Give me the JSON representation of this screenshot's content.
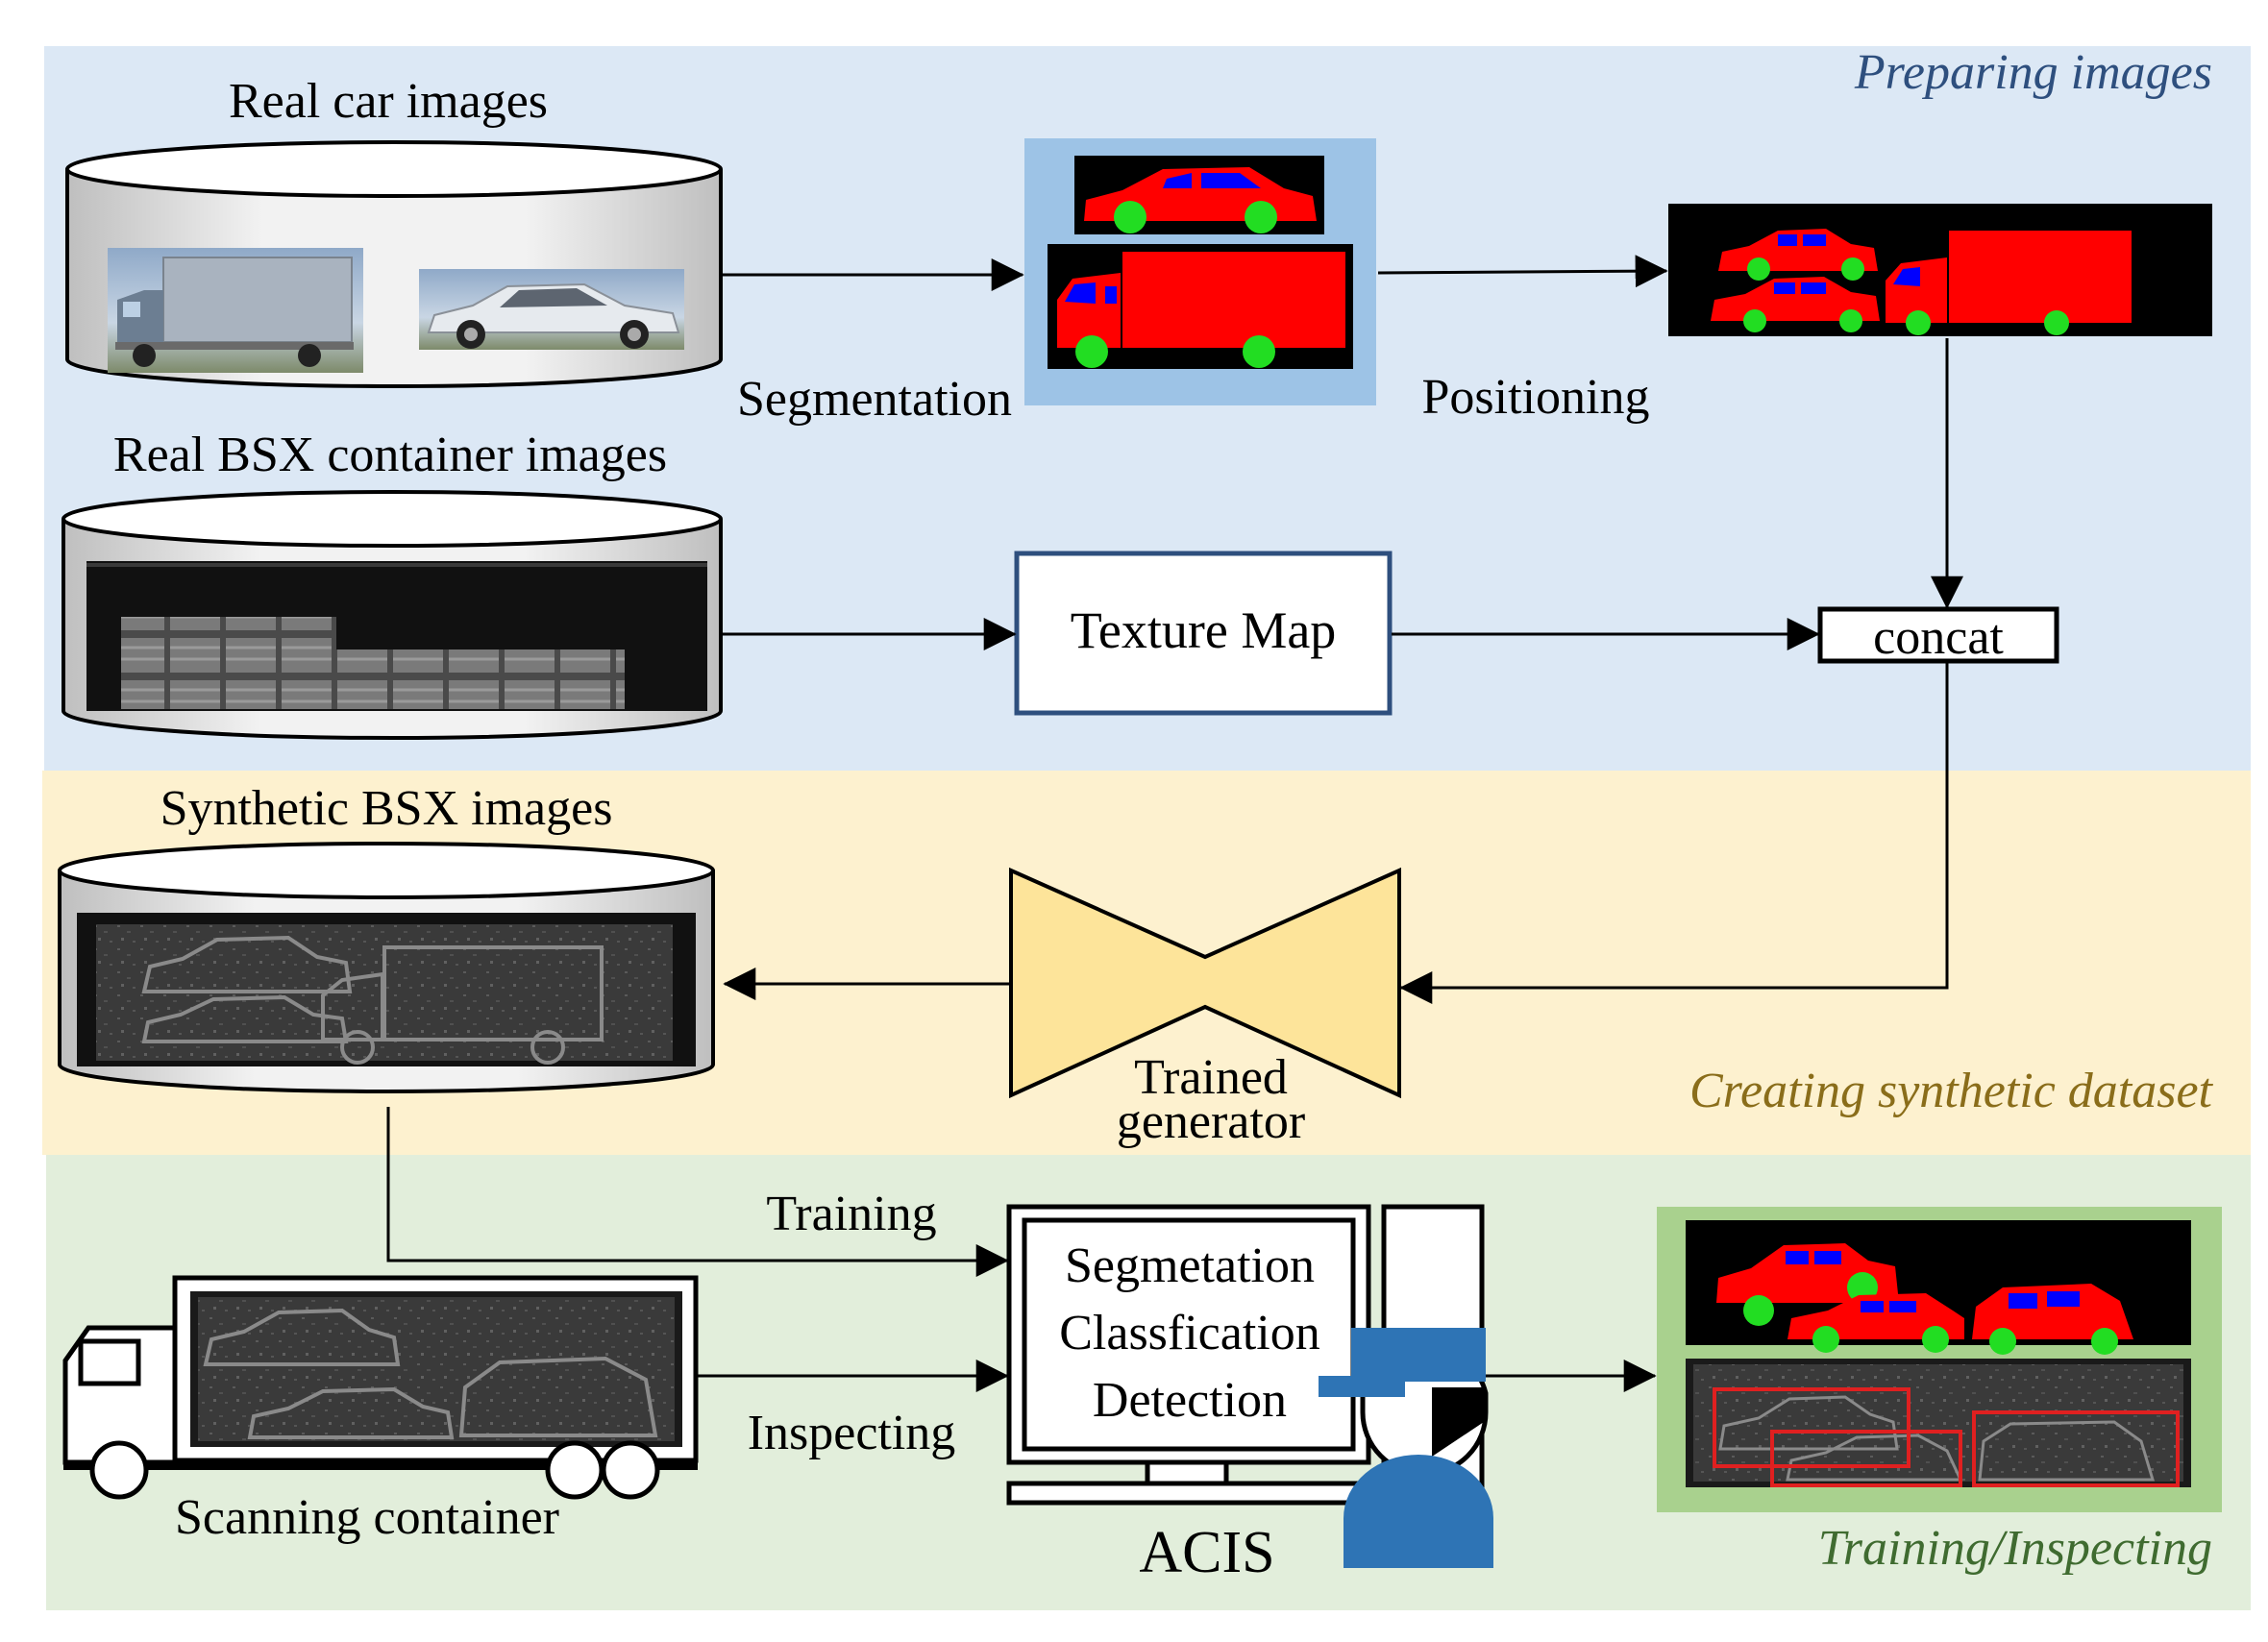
{
  "sections": {
    "preparing": "Preparing images",
    "creating": "Creating synthetic dataset",
    "training": "Training/Inspecting"
  },
  "databases": {
    "real_car": "Real car images",
    "real_bsx": "Real BSX container images",
    "synthetic_bsx": "Synthetic BSX images"
  },
  "steps": {
    "segmentation": "Segmentation",
    "positioning": "Positioning",
    "texture_map": "Texture Map",
    "concat": "concat",
    "trained_generator_line1": "Trained",
    "trained_generator_line2": "generator",
    "training": "Training",
    "inspecting": "Inspecting",
    "scanning_container": "Scanning container"
  },
  "acis": {
    "name": "ACIS",
    "task1": "Segmetation",
    "task2": "Classfication",
    "task3": "Detection"
  },
  "colors": {
    "preparing_bg": "#dce8f5",
    "creating_bg": "#fdf1cf",
    "training_bg": "#e2eedb",
    "preparing_text": "#2e4f7e",
    "creating_text": "#8a6d1a",
    "training_text": "#3f6b30",
    "segmentation_red": "#ff0000",
    "window_blue": "#0000ff",
    "wheel_green": "#22dd22",
    "generator_fill": "#fde49a",
    "operator_blue": "#2e74b5"
  }
}
